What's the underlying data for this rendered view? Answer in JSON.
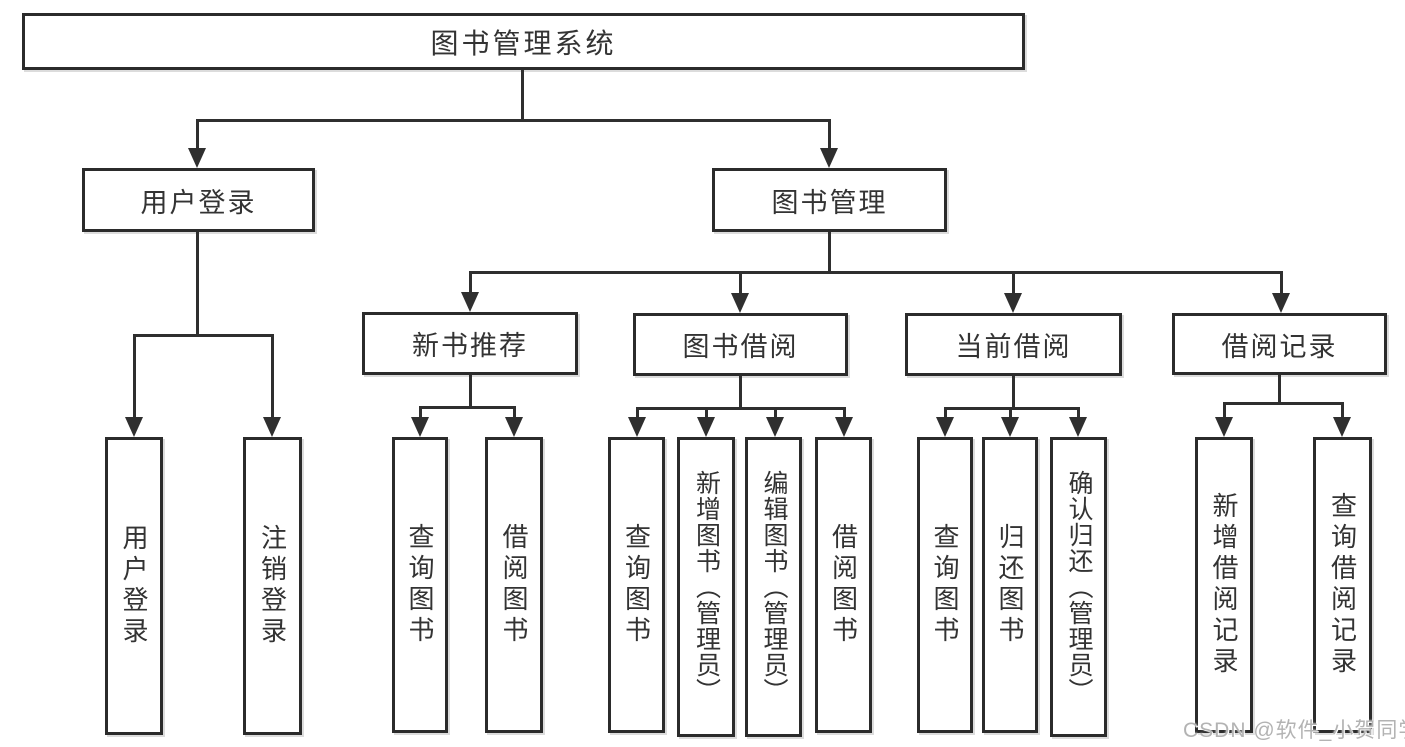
{
  "colors": {
    "line": "#2f2f2f",
    "box_border": "#2b2b2b",
    "text": "#333333",
    "watermark": "#b3b3b3",
    "background": "#ffffff"
  },
  "watermark": "CSDN @软件_小贺同学",
  "tree": {
    "root": "图书管理系统",
    "children": [
      {
        "label": "用户登录",
        "children": [
          "用户登录",
          "注销登录"
        ]
      },
      {
        "label": "图书管理",
        "children": [
          {
            "label": "新书推荐",
            "children": [
              "查询图书",
              "借阅图书"
            ]
          },
          {
            "label": "图书借阅",
            "children": [
              "查询图书",
              "新增图书（管理员）",
              "编辑图书（管理员）",
              "借阅图书"
            ]
          },
          {
            "label": "当前借阅",
            "children": [
              "查询图书",
              "归还图书",
              "确认归还（管理员）"
            ]
          },
          {
            "label": "借阅记录",
            "children": [
              "新增借阅记录",
              "查询借阅记录"
            ]
          }
        ]
      }
    ]
  }
}
